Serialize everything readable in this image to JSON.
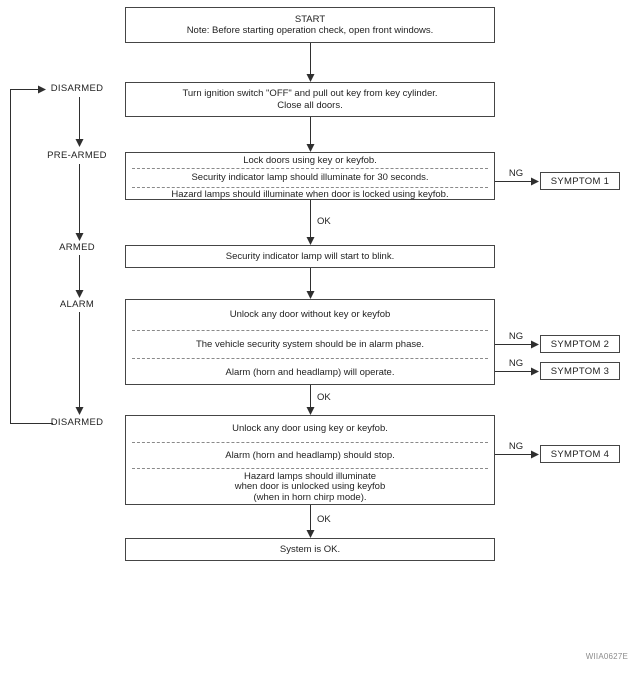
{
  "meta": {
    "figure_code": "WIIA0627E"
  },
  "colors": {
    "ink": "#2f2f2f",
    "background": "#ffffff",
    "watermark": "#8c8c8c"
  },
  "labels": {
    "ok": "OK",
    "ng": "NG"
  },
  "left_rail": {
    "states": [
      {
        "label": "DISARMED"
      },
      {
        "label": "PRE-ARMED"
      },
      {
        "label": "ARMED"
      },
      {
        "label": "ALARM"
      },
      {
        "label": "DISARMED"
      }
    ]
  },
  "flow": {
    "start": {
      "title": "START",
      "note": "Note: Before starting operation check, open front windows."
    },
    "ignition": {
      "line1": "Turn ignition switch \"OFF\" and pull out key from key cylinder.",
      "line2": "Close all doors."
    },
    "pre_armed_check": {
      "rows": [
        "Lock doors using key or keyfob.",
        "Security indicator lamp should illuminate for 30 seconds.",
        "Hazard lamps should illuminate when door is locked using keyfob."
      ]
    },
    "armed": {
      "text": "Security indicator lamp will start to blink."
    },
    "alarm_check": {
      "rows": [
        "Unlock any door without key or keyfob",
        "The vehicle security system should be in alarm phase.",
        "Alarm (horn and headlamp) will operate."
      ]
    },
    "disarm_check": {
      "rows": [
        "Unlock any door using key or keyfob.",
        "Alarm (horn and headlamp) should stop."
      ],
      "row3_lines": [
        "Hazard lamps should illuminate",
        "when door is unlocked using keyfob",
        "(when in horn chirp mode)."
      ]
    },
    "end": {
      "text": "System is OK."
    }
  },
  "symptoms": [
    {
      "label": "SYMPTOM 1"
    },
    {
      "label": "SYMPTOM 2"
    },
    {
      "label": "SYMPTOM 3"
    },
    {
      "label": "SYMPTOM 4"
    }
  ]
}
